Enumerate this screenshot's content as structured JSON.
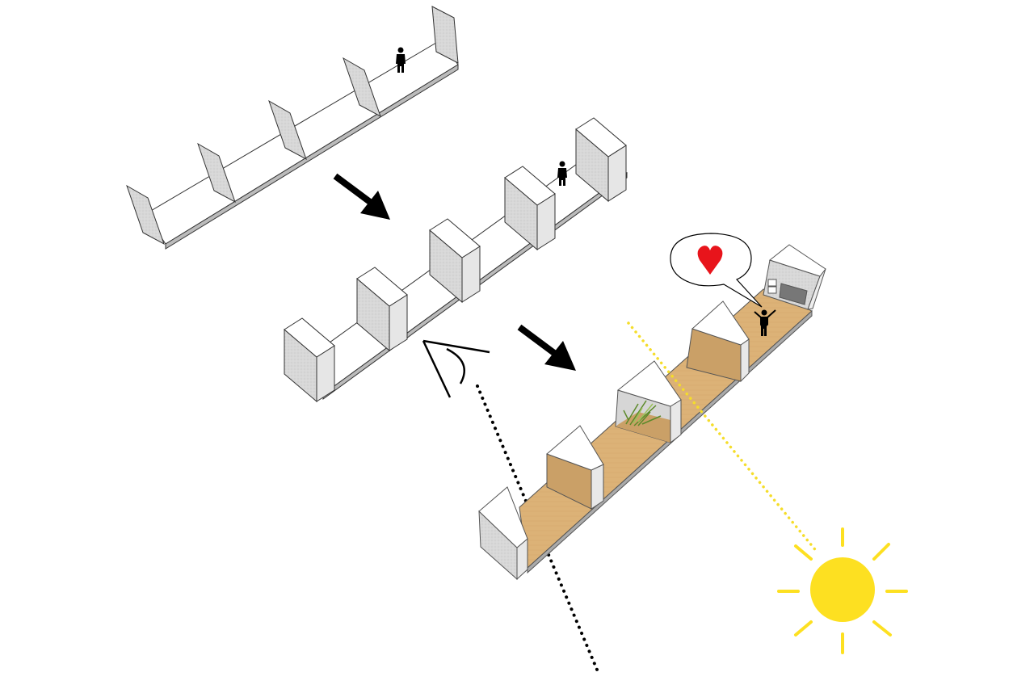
{
  "colors": {
    "background": "#ffffff",
    "wall_gray": "#d6d6d6",
    "wall_light": "#eeeeee",
    "wood": "#dcb277",
    "wood_dark": "#c99f62",
    "sun": "#fde021",
    "sun_path": "#f5dd2a",
    "heart": "#e8141b",
    "ink": "#000000"
  },
  "stages": [
    {
      "name": "stage-1-open-walls"
    },
    {
      "name": "stage-2-boxes"
    },
    {
      "name": "stage-3-houses"
    }
  ]
}
